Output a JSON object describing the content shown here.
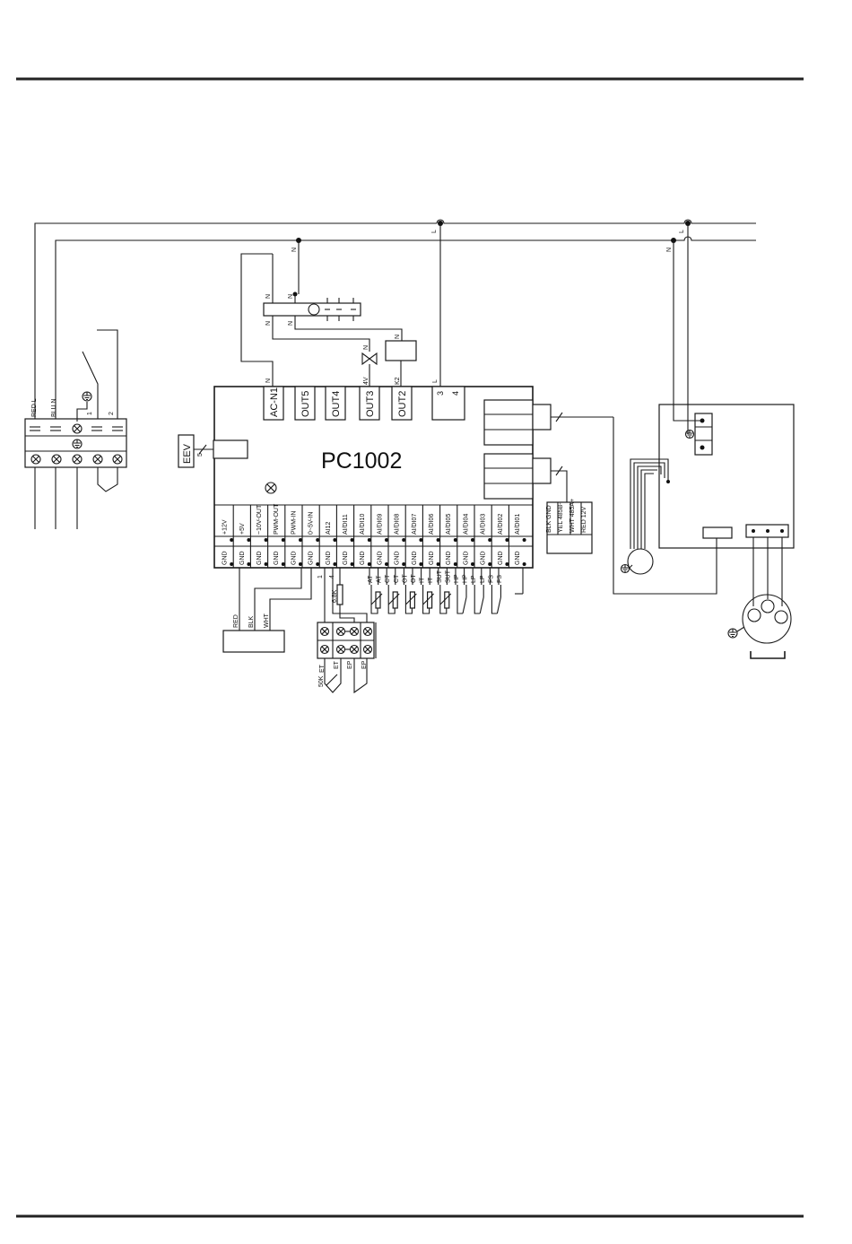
{
  "controller": {
    "model": "PC1002",
    "eev_label": "EEV",
    "eev_pin_count": "5"
  },
  "power": {
    "line_label": "L",
    "neutral_label": "N"
  },
  "left_terminal": {
    "labels": [
      "RED L",
      "BLU N"
    ],
    "switch_pins": [
      "1",
      "2"
    ]
  },
  "relay_header": {
    "outputs": [
      "AC-N1",
      "OUT5",
      "OUT4",
      "OUT3",
      "OUT2"
    ],
    "aux_pins": [
      "3",
      "4"
    ]
  },
  "wire_tags": {
    "acn1_n": "N",
    "out3_v": "4V",
    "out2_k": "K2",
    "k_coil_n": "N",
    "pin3_l": "L"
  },
  "top_inputs": [
    "+12V",
    "+5V",
    "~10V-OUT",
    "PWM-OUT",
    "PWM-IN",
    "0~5V-IN",
    "AI12",
    "AI/DI11",
    "AI/DI10",
    "AI/DI09",
    "AI/DI08",
    "AI/DI07",
    "AI/DI06",
    "AI/DI05",
    "AI/DI04",
    "AI/DI03",
    "AI/DI02",
    "AI/DI01"
  ],
  "gnd_label": "GND",
  "sensor_tags": [
    "AT",
    "AT",
    "CT",
    "CT",
    "OT",
    "OT",
    "IT",
    "IT",
    "SUT",
    "SUT",
    "HP",
    "HP",
    "LP",
    "LP",
    "FS",
    "FS"
  ],
  "resistor_label": "6.8K",
  "pin_numbers": [
    "1",
    "4"
  ],
  "aux_tags": [
    "ET",
    "ET",
    "EP",
    "EP"
  ],
  "aux_value": "50K",
  "bottom_cable": [
    "RED",
    "BLK",
    "WHT"
  ],
  "right_cable": [
    "BLK GND",
    "YEL 485B-",
    "WHT 485A+",
    "RED 12V"
  ]
}
